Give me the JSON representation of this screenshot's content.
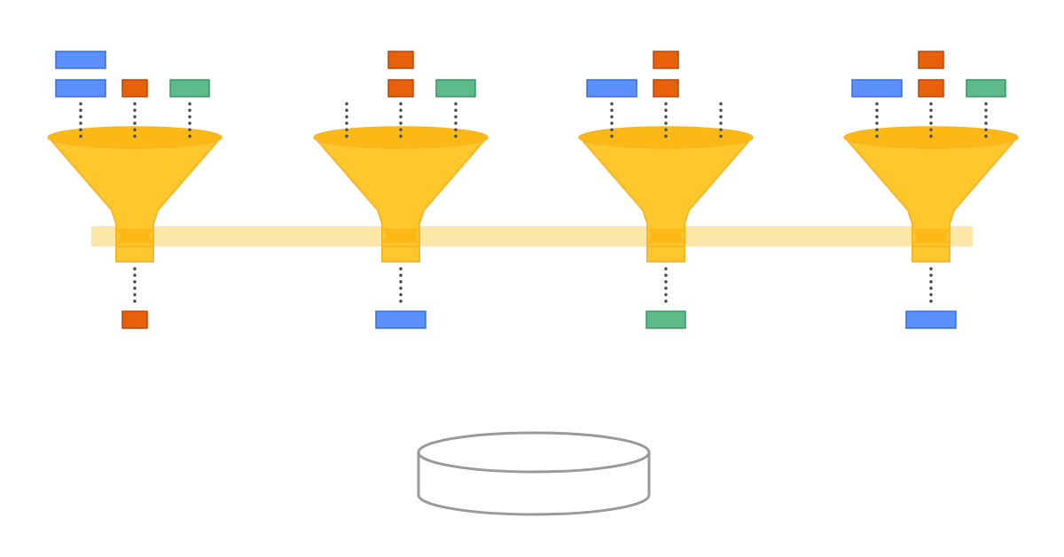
{
  "colors": {
    "blue": "#5b8ff9",
    "blue_stroke": "#3b6fd8",
    "orange": "#e8600a",
    "orange_stroke": "#b5490a",
    "green": "#5dbb8a",
    "green_stroke": "#3c9466",
    "funnel": "#fec72b",
    "funnel_rim": "#fcb814",
    "funnel_stroke": "#f6b52a",
    "pipe": "#fde7a6",
    "dots": "#4d4d4d",
    "db_stroke": "#9a9a9a"
  },
  "icons": {
    "funnel": "funnel-icon",
    "database": "database-cylinder-icon",
    "block": "data-block-icon"
  },
  "funnels": [
    {
      "input_columns": [
        [
          "wide-blue",
          "wide-blue"
        ],
        [
          "orange"
        ],
        [
          "green"
        ]
      ],
      "output": "orange"
    },
    {
      "input_columns": [
        [],
        [
          "orange",
          "orange"
        ],
        [
          "green"
        ]
      ],
      "output": "wide-blue"
    },
    {
      "input_columns": [
        [
          "wide-blue"
        ],
        [
          "orange",
          "orange"
        ],
        []
      ],
      "output": "green"
    },
    {
      "input_columns": [
        [
          "wide-blue"
        ],
        [
          "orange",
          "orange"
        ],
        [
          "green"
        ]
      ],
      "output": "wide-blue"
    }
  ]
}
